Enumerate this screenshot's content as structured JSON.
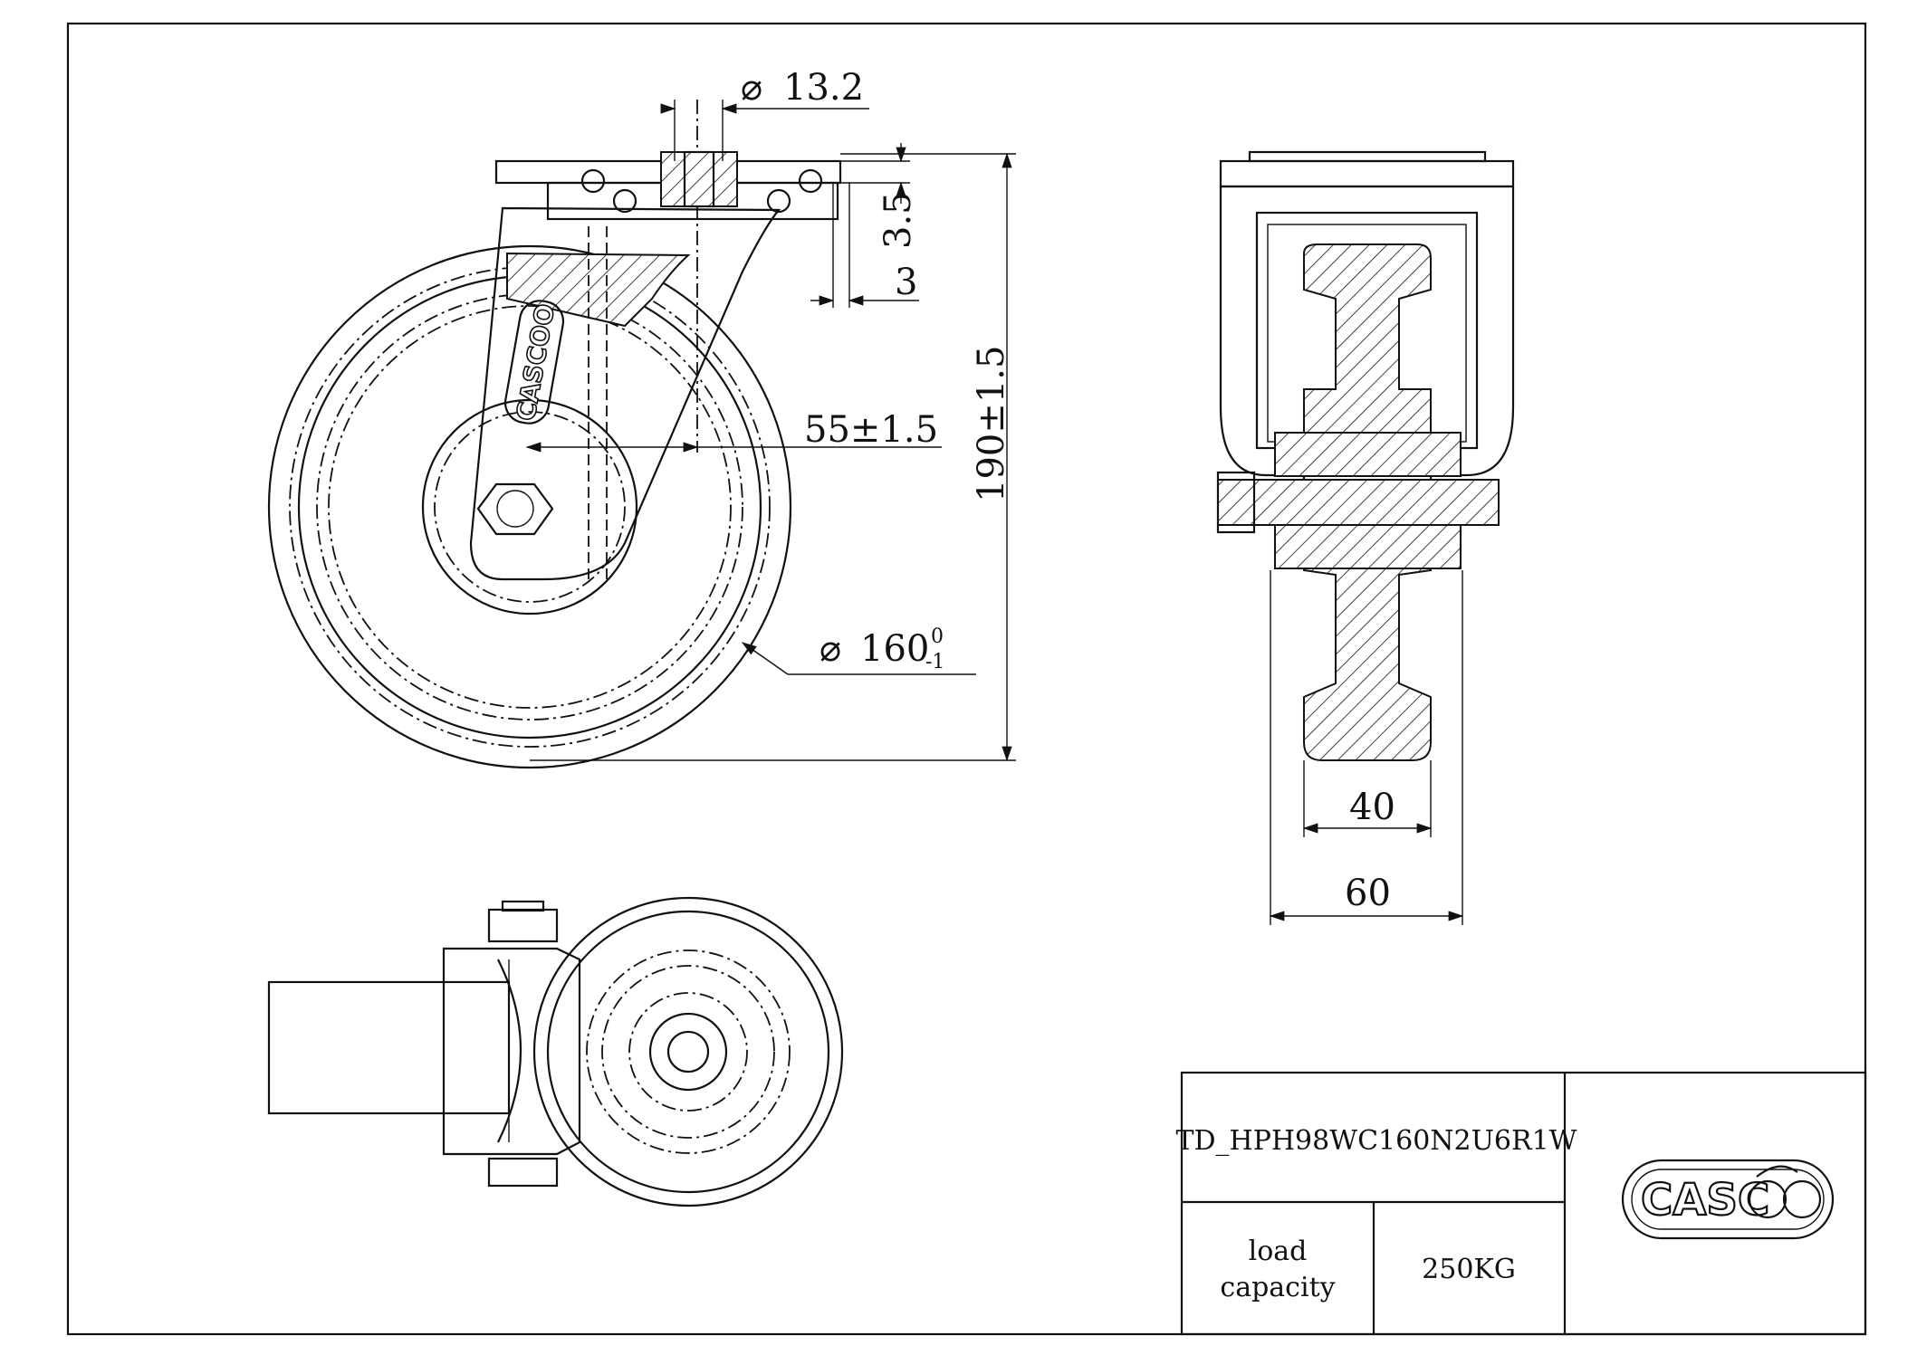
{
  "dimensions": {
    "bore_diameter": "13.2",
    "plate_gap_a": "3.5",
    "plate_gap_b": "3",
    "offset": "55±1.5",
    "overall_height": "190±1.5",
    "wheel_diameter": "160",
    "wheel_tol_upper": "0",
    "wheel_tol_lower": "-1",
    "wheel_width": "40",
    "fork_width": "60"
  },
  "diameter_symbol": "⌀",
  "title_block": {
    "part_number": "TD_HPH98WC160N2U6R1W",
    "load_label_line1": "load",
    "load_label_line2": "capacity",
    "load_value": "250KG",
    "logo_text": "CASCOO",
    "logo_text_first": "CASC"
  },
  "fork_logo_text": "CASCOO"
}
